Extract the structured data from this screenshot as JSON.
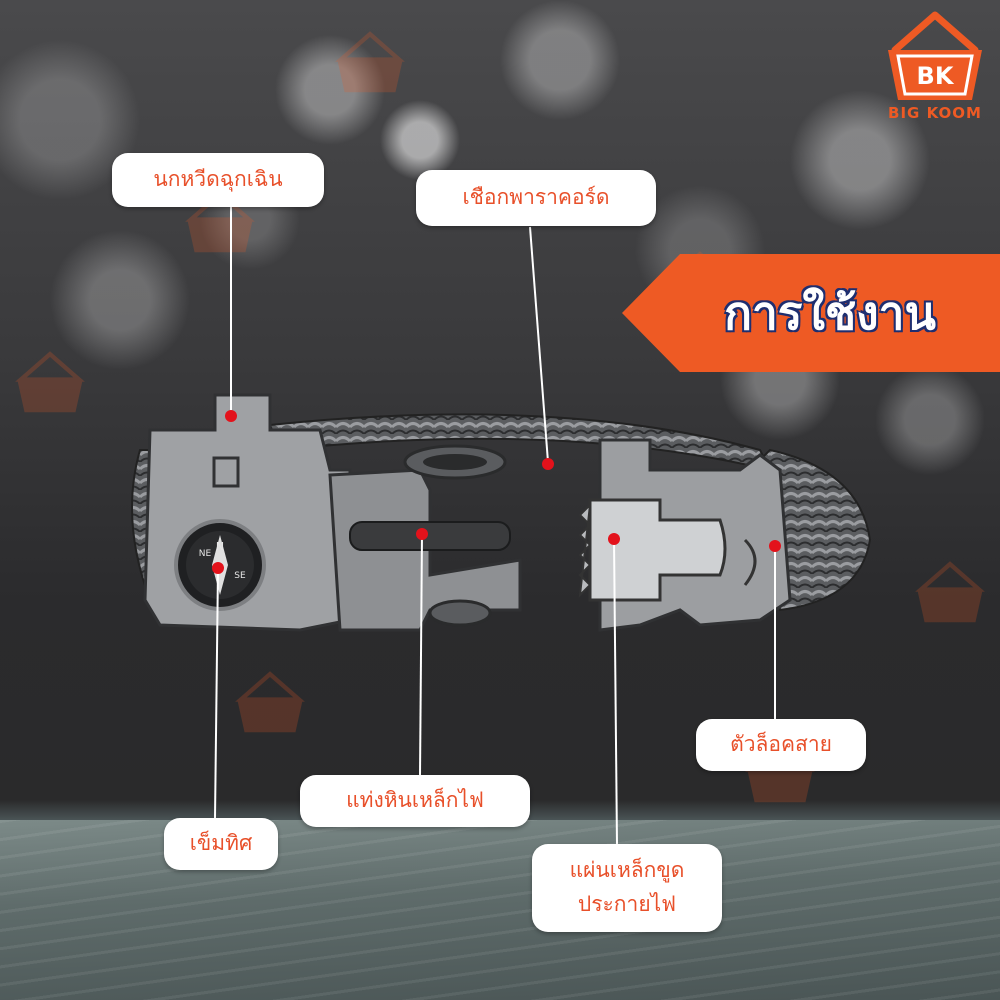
{
  "brand": {
    "logo_letters": "BK",
    "logo_name": "BIG KOOM",
    "accent_color": "#ee5a24",
    "banner_outline_color": "#1f2f70"
  },
  "banner": {
    "title": "การใช้งาน"
  },
  "callouts": {
    "whistle": "นกหวีดฉุกเฉิน",
    "paracord": "เชือกพาราคอร์ด",
    "buckle": "ตัวล็อคสาย",
    "fire_rod": "แท่งหินเหล็กไฟ",
    "compass": "เข็มทิศ",
    "scraper_line1": "แผ่นเหล็กขูด",
    "scraper_line2": "ประกายไฟ"
  },
  "compass_letters": {
    "north": "N",
    "northeast": "NE",
    "southeast": "SE"
  }
}
